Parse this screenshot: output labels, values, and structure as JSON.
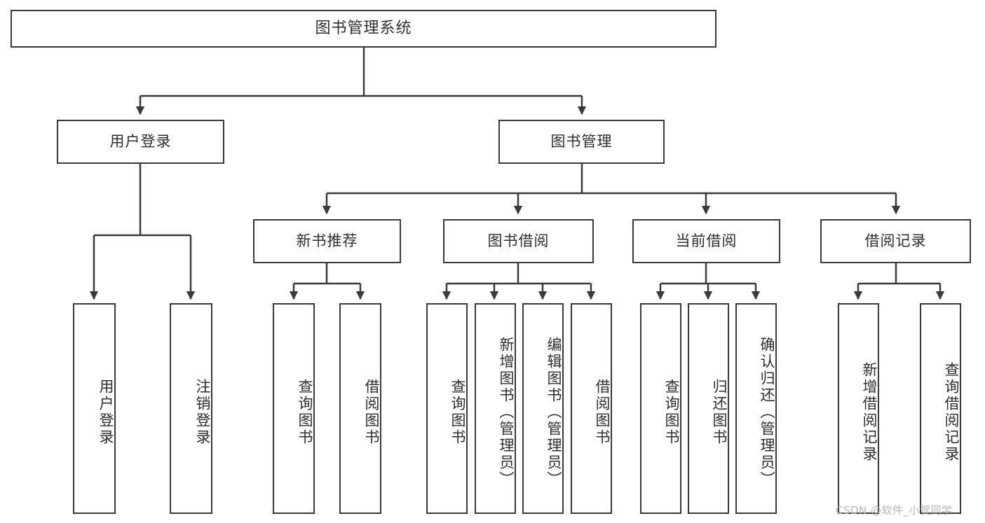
{
  "diagram": {
    "title": "图书管理系统",
    "stroke_color": "#3a3a3a",
    "text_color": "#2f2f2f",
    "background": "#ffffff",
    "nodes": {
      "root": {
        "label": "图书管理系统"
      },
      "level2": [
        {
          "label": "用户登录"
        },
        {
          "label": "图书管理"
        }
      ],
      "level3": [
        {
          "label": "新书推荐"
        },
        {
          "label": "图书借阅"
        },
        {
          "label": "当前借阅"
        },
        {
          "label": "借阅记录"
        }
      ],
      "leaves": {
        "user_login": [
          {
            "label": "用户登录"
          },
          {
            "label": "注销登录"
          }
        ],
        "new_book_recommend": [
          {
            "label": "查询图书"
          },
          {
            "label": "借阅图书"
          }
        ],
        "book_borrow": [
          {
            "label": "查询图书"
          },
          {
            "label": "新增图书（管理员）"
          },
          {
            "label": "编辑图书（管理员）"
          },
          {
            "label": "借阅图书"
          }
        ],
        "current_borrow": [
          {
            "label": "查询图书"
          },
          {
            "label": "归还图书"
          },
          {
            "label": "确认归还（管理员）"
          }
        ],
        "borrow_record": [
          {
            "label": "新增借阅记录"
          },
          {
            "label": "查询借阅记录"
          }
        ]
      }
    }
  },
  "watermark": {
    "text": "CSDN @软件_小贺同学",
    "color": "#b9b9b9"
  }
}
